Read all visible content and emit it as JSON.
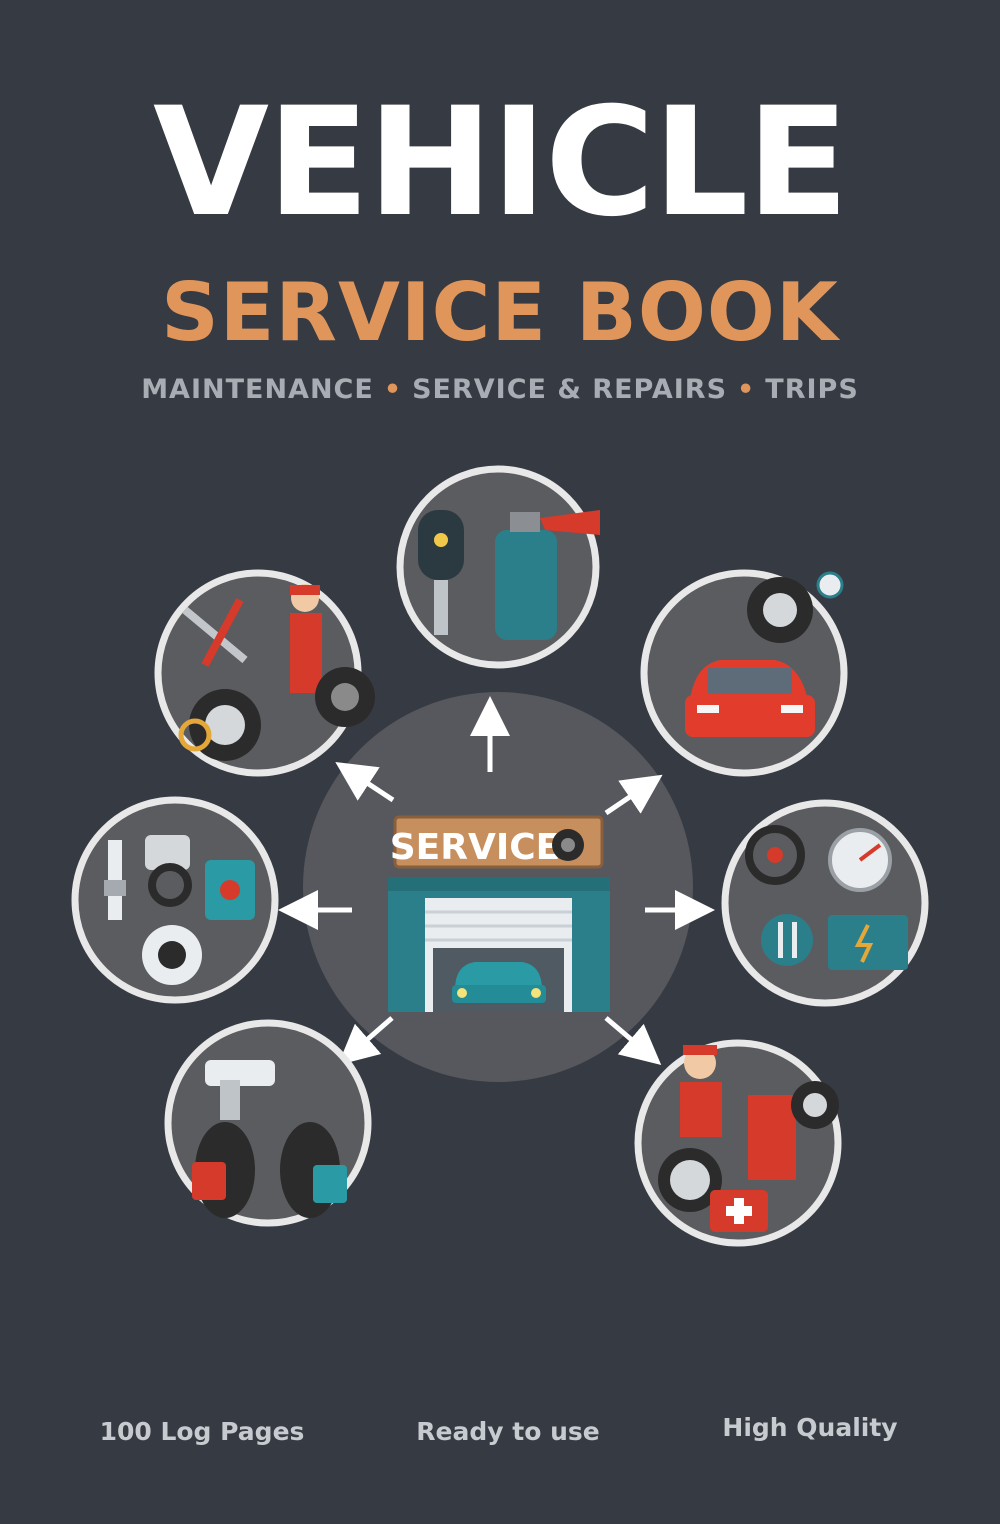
{
  "cover": {
    "title": "VEHICLE",
    "subtitle": "SERVICE BOOK",
    "tagline": [
      "MAINTENANCE",
      "SERVICE & REPAIRS",
      "TRIPS"
    ],
    "center_sign": "SERVICE"
  },
  "features": [
    {
      "label": "100 Log Pages",
      "icon": "steering-wheel-icon"
    },
    {
      "label": "Ready to use",
      "icon": "stopwatch-icon"
    },
    {
      "label": "High Quality",
      "icon": "medal-icon"
    }
  ],
  "colors": {
    "background": "#363a43",
    "accent": "#e0955a",
    "circle_fill": "#5b5c60",
    "circle_ring": "#e8e8e8",
    "teal": "#2a7f8a",
    "red": "#d63a2b"
  }
}
